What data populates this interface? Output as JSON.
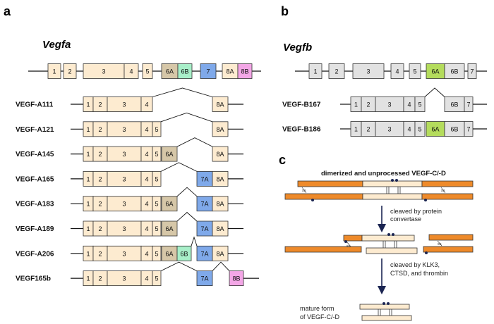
{
  "panels": {
    "a": {
      "letter": "a",
      "title": "Vegfa"
    },
    "b": {
      "letter": "b",
      "title": "Vegfb"
    },
    "c": {
      "letter": "c",
      "title": "dimerized and unprocessed VEGF-C/-D"
    }
  },
  "colors": {
    "vegfa_exon": "#fdebd0",
    "exon6A_a": "#d6c7a8",
    "exon6B_a": "#a8efc9",
    "exon7A": "#7fa9ea",
    "exon8B": "#f3a6e6",
    "vegfb_exon": "#e2e2e2",
    "exon6A_b": "#b4dc5c",
    "orange": "#ee8a2a",
    "arrow": "#1b2552"
  },
  "vegfa_gene": [
    "1",
    "2",
    "3",
    "4",
    "5",
    "6A",
    "6B",
    "7",
    "8A",
    "8B"
  ],
  "vegfa_isoforms": [
    {
      "name": "VEGF-A111",
      "exons": [
        "1",
        "2",
        "3",
        "4",
        "8A"
      ]
    },
    {
      "name": "VEGF-A121",
      "exons": [
        "1",
        "2",
        "3",
        "4",
        "5",
        "8A"
      ]
    },
    {
      "name": "VEGF-A145",
      "exons": [
        "1",
        "2",
        "3",
        "4",
        "5",
        "6A",
        "8A"
      ]
    },
    {
      "name": "VEGF-A165",
      "exons": [
        "1",
        "2",
        "3",
        "4",
        "5",
        "7A",
        "8A"
      ]
    },
    {
      "name": "VEGF-A183",
      "exons": [
        "1",
        "2",
        "3",
        "4",
        "5",
        "6A",
        "7A",
        "8A"
      ]
    },
    {
      "name": "VEGF-A189",
      "exons": [
        "1",
        "2",
        "3",
        "4",
        "5",
        "6A",
        "7A",
        "8A"
      ]
    },
    {
      "name": "VEGF-A206",
      "exons": [
        "1",
        "2",
        "3",
        "4",
        "5",
        "6A",
        "6B",
        "7A",
        "8A"
      ]
    },
    {
      "name": "VEGF165b",
      "exons": [
        "1",
        "2",
        "3",
        "4",
        "5",
        "7A",
        "8B"
      ]
    }
  ],
  "vegfb_gene": [
    "1",
    "2",
    "3",
    "4",
    "5",
    "6A",
    "6B",
    "7"
  ],
  "vegfb_isoforms": [
    {
      "name": "VEGF-B167",
      "exons": [
        "1",
        "2",
        "3",
        "4",
        "5",
        "6B",
        "7"
      ]
    },
    {
      "name": "VEGF-B186",
      "exons": [
        "1",
        "2",
        "3",
        "4",
        "5",
        "6A",
        "6B",
        "7"
      ]
    }
  ],
  "panel_c": {
    "step1": "cleaved by protein",
    "step1b": "convertase",
    "step2": "cleaved by KLK3,",
    "step2b": "CTSD, and thrombin",
    "result1": "mature form",
    "result2": "of VEGF-C/-D",
    "ss": "ss"
  }
}
